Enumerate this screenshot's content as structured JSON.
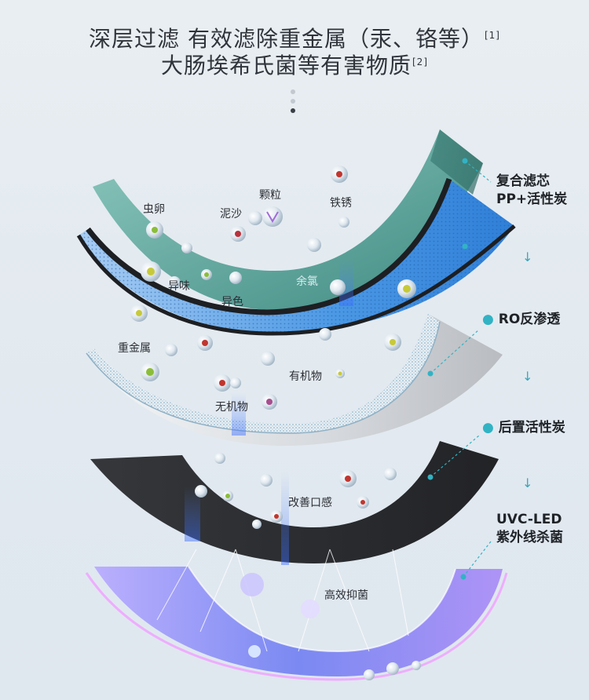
{
  "headline": {
    "line1": "深层过滤 有效滤除重金属（汞、铬等）",
    "line1_ref": "[1]",
    "line2": "大肠埃希氏菌等有害物质",
    "line2_ref": "[2]"
  },
  "pager": {
    "count": 3,
    "active": 2
  },
  "stages": [
    {
      "line1": "复合滤芯",
      "line2": "PP+活性炭"
    },
    {
      "line1": "RO反渗透"
    },
    {
      "line1": "后置活性炭"
    },
    {
      "line1": "UVC-LED",
      "line2": "紫外线杀菌"
    }
  ],
  "stage_arrow": "↓",
  "impurities": {
    "eggs": "虫卵",
    "silt": "泥沙",
    "particles": "颗粒",
    "rust": "铁锈",
    "odor": "异味",
    "chlorine": "余氯",
    "color": "异色",
    "heavy_metals": "重金属",
    "organics": "有机物",
    "inorganics": "无机物",
    "taste": "改善口感",
    "antibacterial": "高效抑菌"
  },
  "colors": {
    "accent": "#31b3c4",
    "foam": "#4f9a8f",
    "blue_mesh": "#3d8fe0",
    "membrane": "#c9ccd1",
    "carbon": "#2b2d31",
    "uv": "#7b6cf0"
  }
}
